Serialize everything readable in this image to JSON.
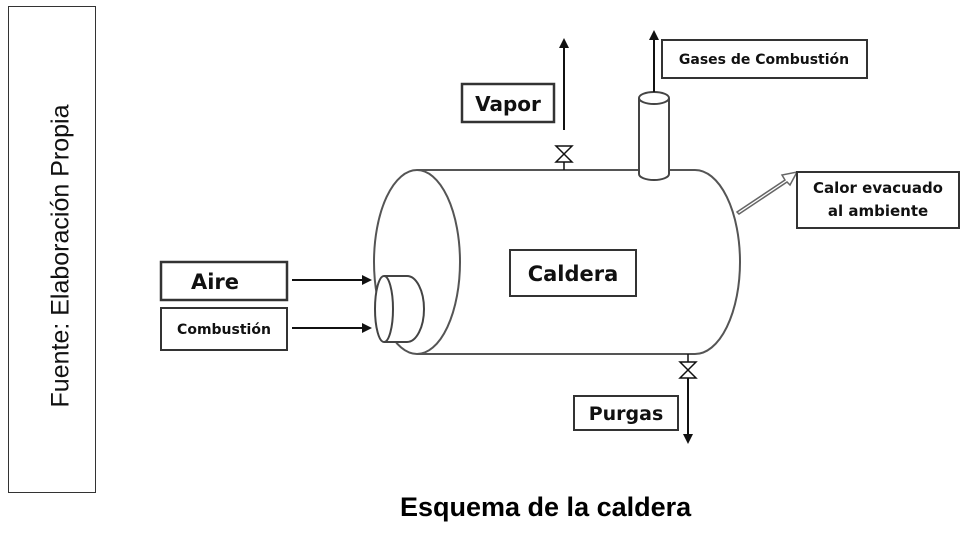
{
  "source": "Fuente: Elaboración Propia",
  "caption": "Esquema de la caldera",
  "labels": {
    "vapor": "Vapor",
    "gases": "Gases de Combustión",
    "calor_line1": "Calor evacuado",
    "calor_line2": "al ambiente",
    "caldera": "Caldera",
    "aire": "Aire",
    "combustion": "Combustión",
    "purgas": "Purgas"
  }
}
